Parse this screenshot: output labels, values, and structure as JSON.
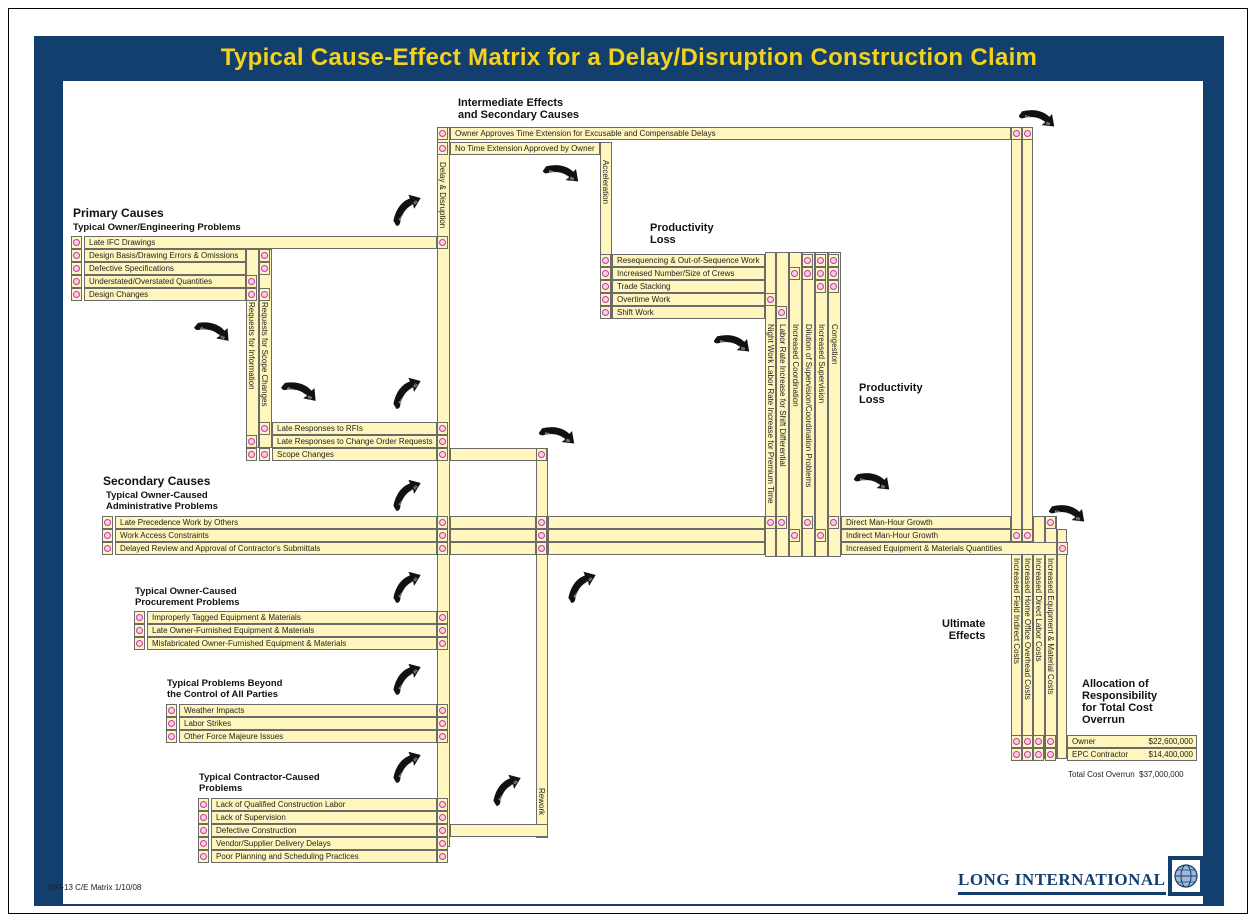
{
  "title": "Typical Cause-Effect Matrix for a Delay/Disruption Construction Claim",
  "headings": {
    "intermediate": "Intermediate Effects\nand Secondary Causes",
    "primary": "Primary Causes",
    "productivity1": "Productivity\nLoss",
    "productivity2": "Productivity\nLoss",
    "secondary": "Secondary Causes",
    "ultimate": "Ultimate\nEffects",
    "allocation": "Allocation of\nResponsibility\nfor Total Cost\nOverrun"
  },
  "subheadings": {
    "owner_engineering": "Typical Owner/Engineering Problems",
    "owner_admin": "Typical Owner-Caused\nAdministrative Problems",
    "owner_procurement": "Typical Owner-Caused\nProcurement Problems",
    "beyond_control": "Typical Problems Beyond\nthe Control of All Parties",
    "contractor": "Typical Contractor-Caused\nProblems"
  },
  "rows": {
    "owner_approves": "Owner Approves Time Extension for Excusable and Compensable Delays",
    "no_time_ext": "No Time Extension Approved by Owner",
    "late_ifc": "Late IFC Drawings",
    "design_basis": "Design Basis/Drawing Errors & Omissions",
    "defective_specs": "Defective Specifications",
    "quantities": "Understated/Overstated Quantities",
    "design_changes": "Design Changes",
    "resequencing": "Resequencing & Out-of-Sequence Work",
    "crews": "Increased Number/Size of Crews",
    "trade_stacking": "Trade Stacking",
    "overtime": "Overtime Work",
    "shift": "Shift Work",
    "late_rfis": "Late Responses to RFIs",
    "late_co": "Late Responses to Change Order Requests",
    "scope_changes": "Scope Changes",
    "late_precedence": "Late Precedence Work by Others",
    "work_access": "Work Access Constraints",
    "delayed_review": "Delayed Review and Approval of Contractor's Submittals",
    "direct_mh": "Direct Man-Hour Growth",
    "indirect_mh": "Indirect Man-Hour Growth",
    "equip_qty": "Increased Equipment & Materials Quantities",
    "tagged": "Improperly Tagged Equipment & Materials",
    "late_owner_furnished": "Late Owner-Furnished Equipment & Materials",
    "misfabricated": "Misfabricated Owner-Furnished Equipment & Materials",
    "weather": "Weather Impacts",
    "labor_strikes": "Labor Strikes",
    "force_majeure": "Other Force Majeure Issues",
    "lack_labor": "Lack of Qualified Construction Labor",
    "lack_supervision": "Lack of Supervision",
    "defective_construction": "Defective Construction",
    "vendor_delays": "Vendor/Supplier Delivery Delays",
    "poor_planning": "Poor Planning and Scheduling Practices"
  },
  "vertical_labels": {
    "delay": "Delay & Disruption",
    "acceleration": "Acceleration",
    "rfi": "Requests for Information",
    "scope_req": "Requests for Scope Changes",
    "night_work": "Night Work Labor Rate Increase for Premium Time",
    "labor_rate": "Labor Rate Increase for Shift Differential",
    "coordination": "Increased Coordination",
    "dilution": "Dilution of Supervision/Coordination Problems",
    "supervision": "Increased Supervision",
    "congestion": "Congestion",
    "rework": "Rework",
    "field_indirect": "Increased Field Indirect Costs",
    "home_office": "Increased Home Office Overhead Costs",
    "direct_labor": "Increased Direct Labor Costs",
    "equip_material": "Increased Equipment & Material Costs"
  },
  "allocation": {
    "owner_label": "Owner",
    "owner_value": "$22,600,000",
    "epc_label": "EPC Contractor",
    "epc_value": "$14,400,000",
    "total": "Total Cost Overrun  $37,000,000"
  },
  "arrow_text": "RESULTED IN",
  "footer": {
    "doc_id": "000-13 C/E Matrix   1/10/08",
    "company": "LONG INTERNATIONAL"
  },
  "colors": {
    "banner": "#123f6e",
    "title": "#f3d21c",
    "row_fill": "#fff6bd",
    "dot": "#c23ca0"
  },
  "icons": [
    "globe-logo-icon",
    "curved-arrow-icon"
  ]
}
